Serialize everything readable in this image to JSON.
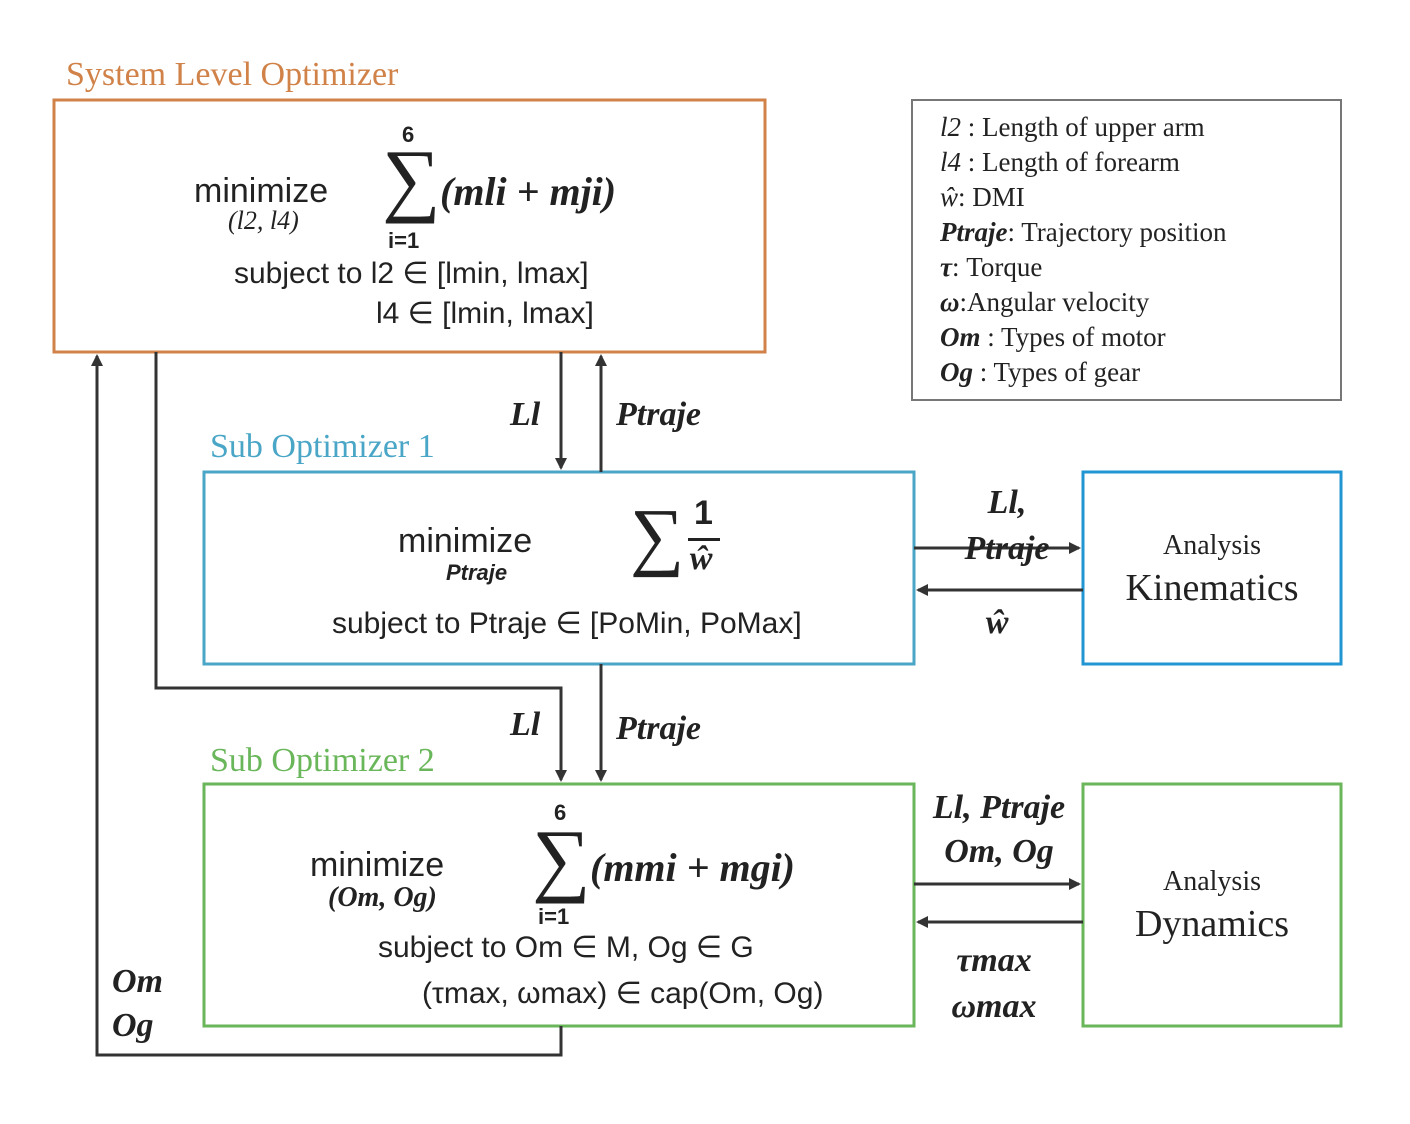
{
  "colors": {
    "system": "#d08248",
    "sub1": "#4aa6c6",
    "sub2": "#6ab65a",
    "analysis": "#2196d3",
    "line": "#333333"
  },
  "system_optimizer": {
    "title": "System Level Optimizer",
    "minimize": "minimize",
    "min_vars": "(l2, l4)",
    "sum_top": "6",
    "sum_bottom": "i=1",
    "objective": "(mli + mji)",
    "subject_to": "subject to l2 ∈ [lmin, lmax]",
    "constraint2": "l4 ∈ [lmin, lmax]"
  },
  "sub_optimizer_1": {
    "title": "Sub Optimizer 1",
    "minimize": "minimize",
    "min_vars": "Ptraje",
    "fraction_num": "1",
    "fraction_den": "ŵ",
    "subject_to": "subject to Ptraje ∈ [PoMin, PoMax]"
  },
  "sub_optimizer_2": {
    "title": "Sub Optimizer 2",
    "minimize": "minimize",
    "min_vars": "(Om, Og)",
    "sum_top": "6",
    "sum_bottom": "i=1",
    "objective": "(mmi + mgi)",
    "subject_to": "subject to Om ∈ M, Og ∈ G",
    "constraint2": "(τmax, ωmax) ∈ cap(Om, Og)"
  },
  "analysis_kinematics": {
    "line1": "Analysis",
    "line2": "Kinematics"
  },
  "analysis_dynamics": {
    "line1": "Analysis",
    "line2": "Dynamics"
  },
  "arrow_labels": {
    "ll_down_1": "Ll",
    "ptraje_up_1": "Ptraje",
    "kin_out": "Ll, Ptraje",
    "kin_in": "ŵ",
    "ll_down_2": "Ll",
    "ptraje_down_2": "Ptraje",
    "dyn_out": "Ll, Ptraje Om, Og",
    "dyn_in": "τmax ωmax",
    "feedback": "Om Og"
  },
  "legend": [
    {
      "symbol": "l2",
      "text": " : Length of upper arm"
    },
    {
      "symbol": "l4",
      "text": " : Length of forearm"
    },
    {
      "symbol": "ŵ",
      "text": ": DMI"
    },
    {
      "symbol": "Ptraje",
      "text": ": Trajectory position"
    },
    {
      "symbol": "τ",
      "text": ": Torque"
    },
    {
      "symbol": "ω",
      "text": ":Angular velocity"
    },
    {
      "symbol": "Om",
      "text": " : Types of motor"
    },
    {
      "symbol": "Og",
      "text": " : Types of gear"
    }
  ]
}
